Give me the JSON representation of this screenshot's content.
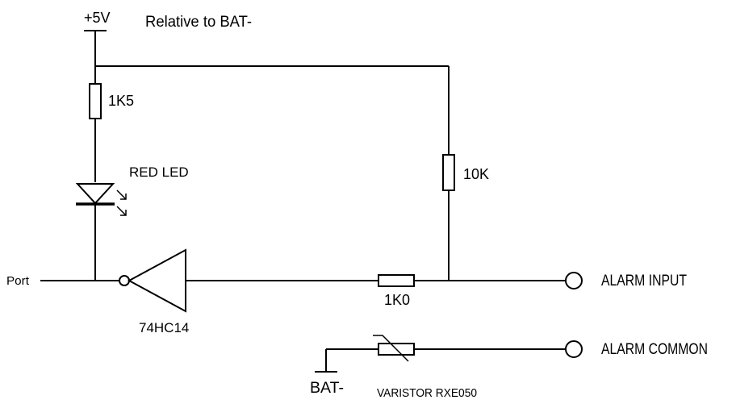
{
  "diagram": {
    "supply_label": "+5V",
    "note": "Relative to BAT-",
    "resistor_r1": "1K5",
    "led_label": "RED LED",
    "resistor_r2": "10K",
    "port_label": "Port",
    "ic_label": "74HC14",
    "resistor_r3": "1K0",
    "alarm_input_label": "ALARM INPUT",
    "alarm_common_label": "ALARM COMMON",
    "ground_label": "BAT-",
    "varistor_label": "VARISTOR  RXE050"
  }
}
